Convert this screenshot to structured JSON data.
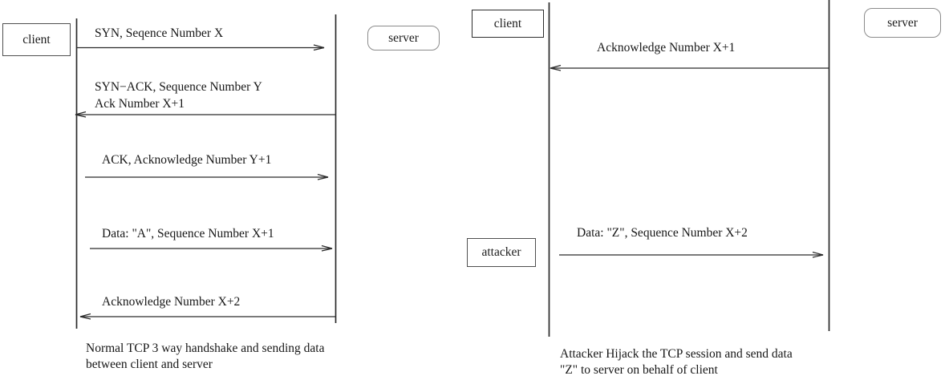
{
  "colors": {
    "line": "#2b2b2b",
    "text": "#171717",
    "rect_border": "#4f4f4f",
    "round_border": "#8b8b8b",
    "background": "#ffffff"
  },
  "left_diagram": {
    "client_label": "client",
    "server_label": "server",
    "messages": [
      {
        "label": "SYN, Seqence Number X",
        "direction": "right"
      },
      {
        "label": "SYN−ACK, Sequence Number Y",
        "label2": "Ack Number X+1",
        "direction": "left"
      },
      {
        "label": "ACK, Acknowledge Number Y+1",
        "direction": "right"
      },
      {
        "label": "Data: \"A\", Sequence Number X+1",
        "direction": "right"
      },
      {
        "label": "Acknowledge Number X+2",
        "direction": "left"
      }
    ],
    "caption_line1": "Normal TCP 3 way handshake and sending data",
    "caption_line2": "between client and server"
  },
  "right_diagram": {
    "client_label": "client",
    "server_label": "server",
    "attacker_label": "attacker",
    "messages": [
      {
        "label": "Acknowledge Number X+1",
        "direction": "left"
      },
      {
        "label": "Data: \"Z\", Sequence Number X+2",
        "direction": "right"
      }
    ],
    "caption_line1": "Attacker Hijack the TCP session and send data",
    "caption_line2": "\"Z\" to server on behalf of client"
  }
}
